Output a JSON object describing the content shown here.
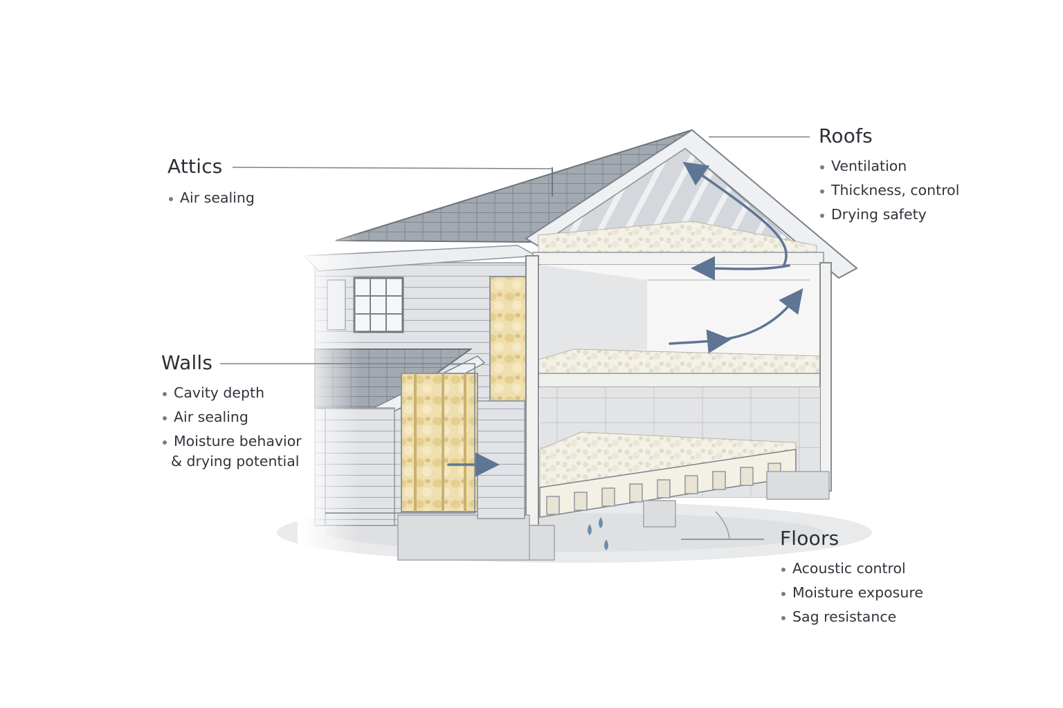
{
  "callouts": {
    "attics": {
      "title": "Attics",
      "items": [
        "Air sealing"
      ]
    },
    "roofs": {
      "title": "Roofs",
      "items": [
        "Ventilation",
        "Thickness, control",
        "Drying safety"
      ]
    },
    "walls": {
      "title": "Walls",
      "items": [
        "Cavity depth",
        "Air sealing",
        "Moisture behavior",
        "& drying potential"
      ]
    },
    "floors": {
      "title": "Floors",
      "items": [
        "Acoustic control",
        "Moisture exposure",
        "Sag resistance"
      ]
    }
  },
  "colors": {
    "leader_line": "#7b818a",
    "airflow_arrow": "#5e7593",
    "insulation": "#f2ecd9",
    "batt_insulation": "#ecd9a6",
    "roof_shingle": "#9aa1aa",
    "siding": "#dfe1e4",
    "concrete": "#d7d8d9",
    "water_drop": "#6f8bab"
  }
}
